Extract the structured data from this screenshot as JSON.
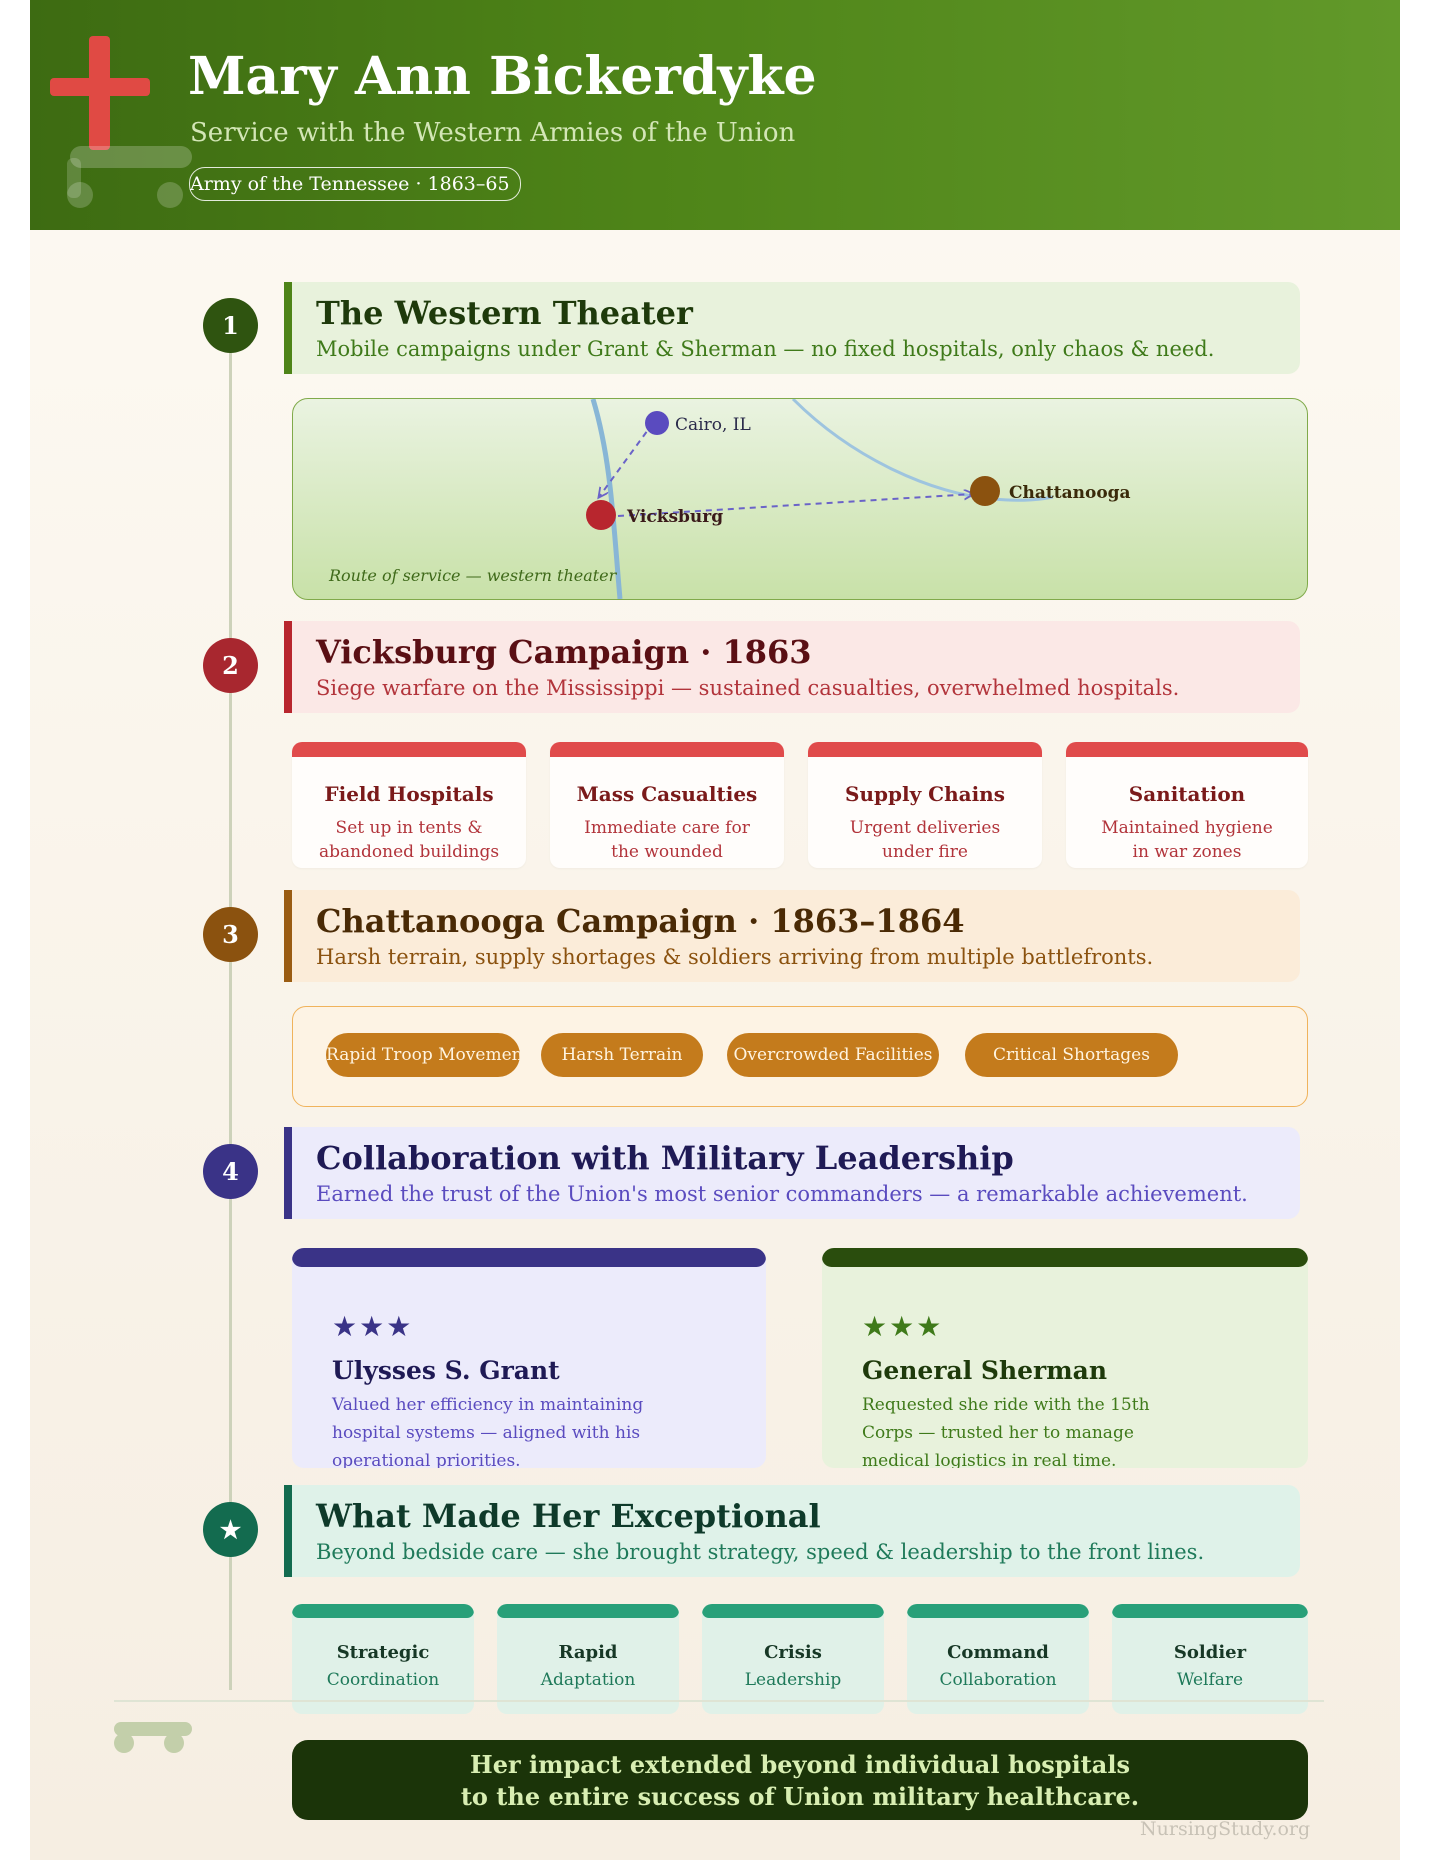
{
  "header": {
    "title": "Mary Ann Bickerdyke",
    "subtitle": "Service with the Western Armies of the Union",
    "badge": "Army of the Tennessee · 1863–65"
  },
  "sections": [
    {
      "marker": "1",
      "title": "The Western Theater",
      "subtitle": "Mobile campaigns under Grant & Sherman — no fixed hospitals, only chaos & need.",
      "accent": "#3d6b12"
    },
    {
      "marker": "2",
      "title": "Vicksburg Campaign · 1863",
      "subtitle": "Siege warfare on the Mississippi — sustained casualties, overwhelmed hospitals.",
      "accent": "#a8272f"
    },
    {
      "marker": "3",
      "title": "Chattanooga Campaign · 1863–1864",
      "subtitle": "Harsh terrain, supply shortages & soldiers arriving from multiple battlefronts.",
      "accent": "#8b520f"
    },
    {
      "marker": "4",
      "title": "Collaboration with Military Leadership",
      "subtitle": "Earned the trust of the Union's most senior commanders — a remarkable achievement.",
      "accent": "#3a3387"
    },
    {
      "marker": "★",
      "title": "What Made Her Exceptional",
      "subtitle": "Beyond bedside care — she brought strategy, speed & leadership to the front lines.",
      "accent": "#136b4f"
    }
  ],
  "map": {
    "places": [
      {
        "name": "Cairo, IL",
        "color": "#5a4bbf"
      },
      {
        "name": "Vicksburg",
        "color": "#b8262e"
      },
      {
        "name": "Chattanooga",
        "color": "#8b520f"
      }
    ],
    "caption": "Route of service — western theater"
  },
  "vicksburg_cards": [
    {
      "title": "Field Hospitals",
      "desc1": "Set up in tents &",
      "desc2": "abandoned buildings"
    },
    {
      "title": "Mass Casualties",
      "desc1": "Immediate care for",
      "desc2": "the wounded"
    },
    {
      "title": "Supply Chains",
      "desc1": "Urgent deliveries",
      "desc2": "under fire"
    },
    {
      "title": "Sanitation",
      "desc1": "Maintained hygiene",
      "desc2": "in war zones"
    }
  ],
  "chattanooga_challenges": [
    "Rapid Troop Movement",
    "Harsh Terrain",
    "Overcrowded Facilities",
    "Critical Shortages"
  ],
  "commanders": [
    {
      "stars": "★★★",
      "name": "Ulysses S. Grant",
      "l1": "Valued her efficiency in maintaining",
      "l2": "hospital systems — aligned with his",
      "l3": "operational priorities."
    },
    {
      "stars": "★★★",
      "name": "General Sherman",
      "l1": "Requested she ride with the 15th",
      "l2": "Corps — trusted her to manage",
      "l3": "medical logistics in real time."
    }
  ],
  "traits": [
    {
      "a": "Strategic",
      "b": "Coordination"
    },
    {
      "a": "Rapid",
      "b": "Adaptation"
    },
    {
      "a": "Crisis",
      "b": "Leadership"
    },
    {
      "a": "Command",
      "b": "Collaboration"
    },
    {
      "a": "Soldier",
      "b": "Welfare"
    }
  ],
  "banner": {
    "line1": "Her impact extended beyond individual hospitals",
    "line2": "to the entire success of Union military healthcare."
  },
  "credit": "NursingStudy.org"
}
